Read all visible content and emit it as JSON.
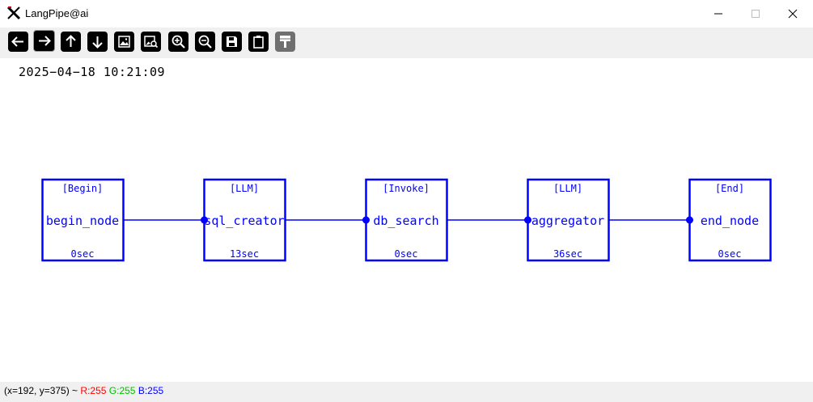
{
  "window": {
    "title": "LangPipe@ai",
    "controls": [
      "minimize-icon",
      "maximize-icon",
      "close-icon"
    ]
  },
  "toolbar": {
    "buttons": [
      {
        "name": "back-button",
        "icon": "arrow-left-icon",
        "state": "normal"
      },
      {
        "name": "forward-button",
        "icon": "arrow-right-icon",
        "state": "selected"
      },
      {
        "name": "up-button",
        "icon": "arrow-up-icon",
        "state": "normal"
      },
      {
        "name": "down-button",
        "icon": "arrow-down-icon",
        "state": "normal"
      },
      {
        "name": "image-button",
        "icon": "image-icon",
        "state": "normal"
      },
      {
        "name": "image-search-button",
        "icon": "image-search-icon",
        "state": "normal"
      },
      {
        "name": "zoom-in-button",
        "icon": "zoom-in-icon",
        "state": "normal"
      },
      {
        "name": "zoom-out-button",
        "icon": "zoom-out-icon",
        "state": "normal"
      },
      {
        "name": "save-button",
        "icon": "floppy-disk-icon",
        "state": "normal"
      },
      {
        "name": "clipboard-button",
        "icon": "clipboard-icon",
        "state": "normal"
      },
      {
        "name": "paint-button",
        "icon": "paint-brush-icon",
        "state": "disabled"
      }
    ]
  },
  "canvas": {
    "timestamp": "2025−04−18 10:21:09",
    "accent_color": "#0000ff",
    "nodes": [
      {
        "type": "[Begin]",
        "name": "begin_node",
        "time": "0sec"
      },
      {
        "type": "[LLM]",
        "name": "sql_creator",
        "time": "13sec"
      },
      {
        "type": "[Invoke]",
        "name": "db_search",
        "time": "0sec"
      },
      {
        "type": "[LLM]",
        "name": "aggregator",
        "time": "36sec"
      },
      {
        "type": "[End]",
        "name": "end_node",
        "time": "0sec"
      }
    ]
  },
  "status": {
    "position": "(x=192, y=375) ~",
    "r": "R:255",
    "g": "G:255",
    "b": "B:255",
    "colors": {
      "r": "#ff0000",
      "g": "#00c000",
      "b": "#0000ff"
    }
  }
}
